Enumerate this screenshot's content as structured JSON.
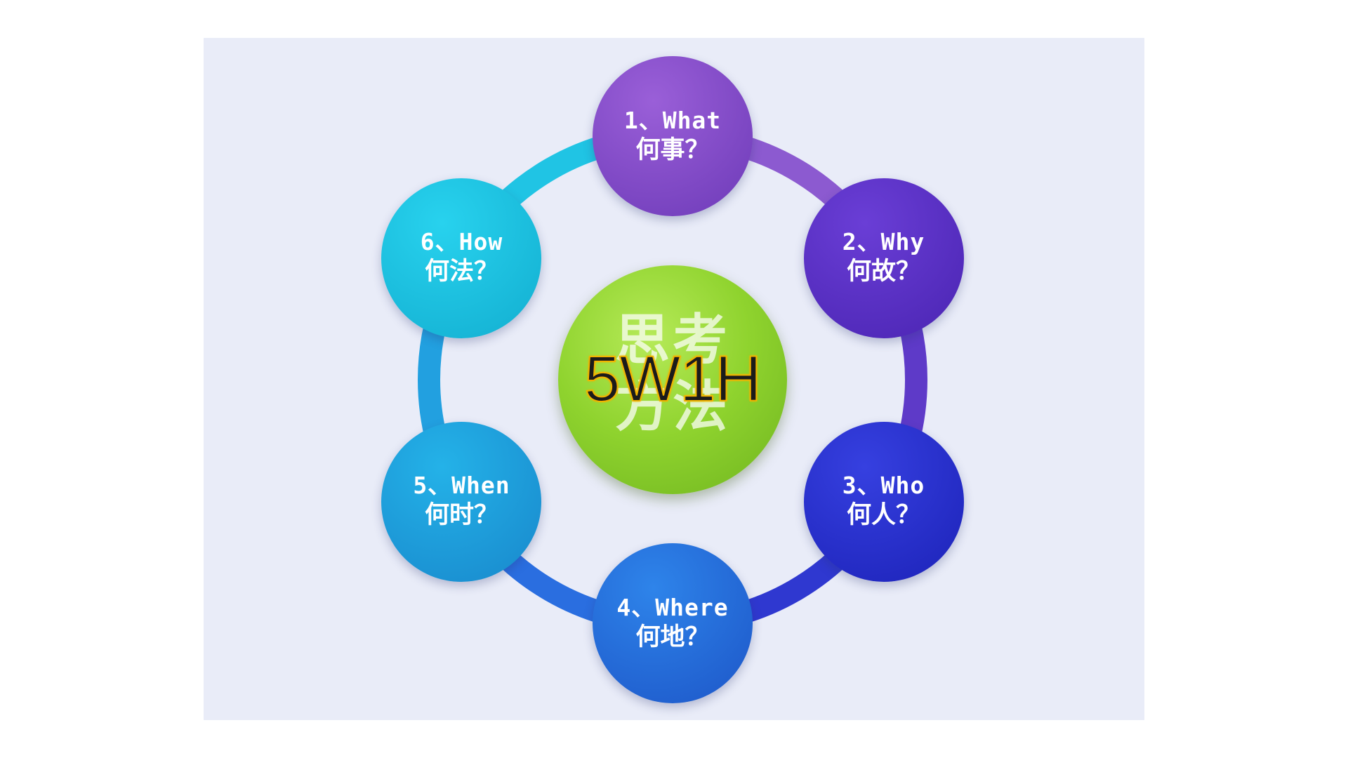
{
  "diagram": {
    "center_text": "思考\n方法",
    "overlay_title": "5W1H",
    "nodes": [
      {
        "en": "1、What",
        "zh": "何事？",
        "color_top": "#9a5fd8",
        "color_bottom": "#6d3ab8"
      },
      {
        "en": "2、Why",
        "zh": "何故？",
        "color_top": "#6a3ed6",
        "color_bottom": "#4a24b2"
      },
      {
        "en": "3、Who",
        "zh": "何人？",
        "color_top": "#3640e0",
        "color_bottom": "#1c22b8"
      },
      {
        "en": "4、Where",
        "zh": "何地？",
        "color_top": "#2e84ea",
        "color_bottom": "#1d56c8"
      },
      {
        "en": "5、When",
        "zh": "何时？",
        "color_top": "#24b2e8",
        "color_bottom": "#1888cc"
      },
      {
        "en": "6、How",
        "zh": "何法？",
        "color_top": "#28d2ee",
        "color_bottom": "#12aed0"
      }
    ],
    "ring_colors": [
      "#8c5ad0",
      "#5e3ac8",
      "#2f38d0",
      "#2a6ee0",
      "#22a0e0",
      "#20c4e4"
    ],
    "center_color": "#8fd32e",
    "panel_color": "#e9ecf8"
  }
}
